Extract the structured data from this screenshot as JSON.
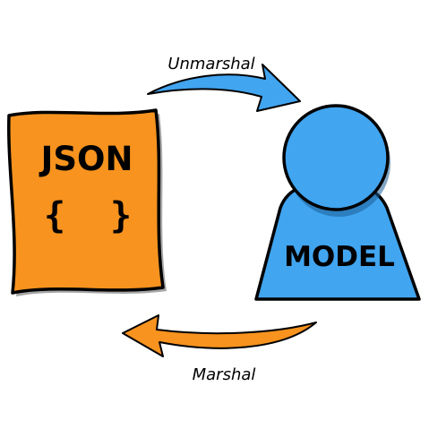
{
  "document": {
    "title": "JSON",
    "brace_open": "{",
    "brace_close": "}",
    "fill_color": "#f7931e"
  },
  "model": {
    "label": "MODEL",
    "fill_color": "#41a5f0"
  },
  "arrows": {
    "top": {
      "label": "Unmarshal",
      "direction": "json-to-model",
      "color": "#41a5f0"
    },
    "bottom": {
      "label": "Marshal",
      "direction": "model-to-json",
      "color": "#f7931e"
    }
  }
}
